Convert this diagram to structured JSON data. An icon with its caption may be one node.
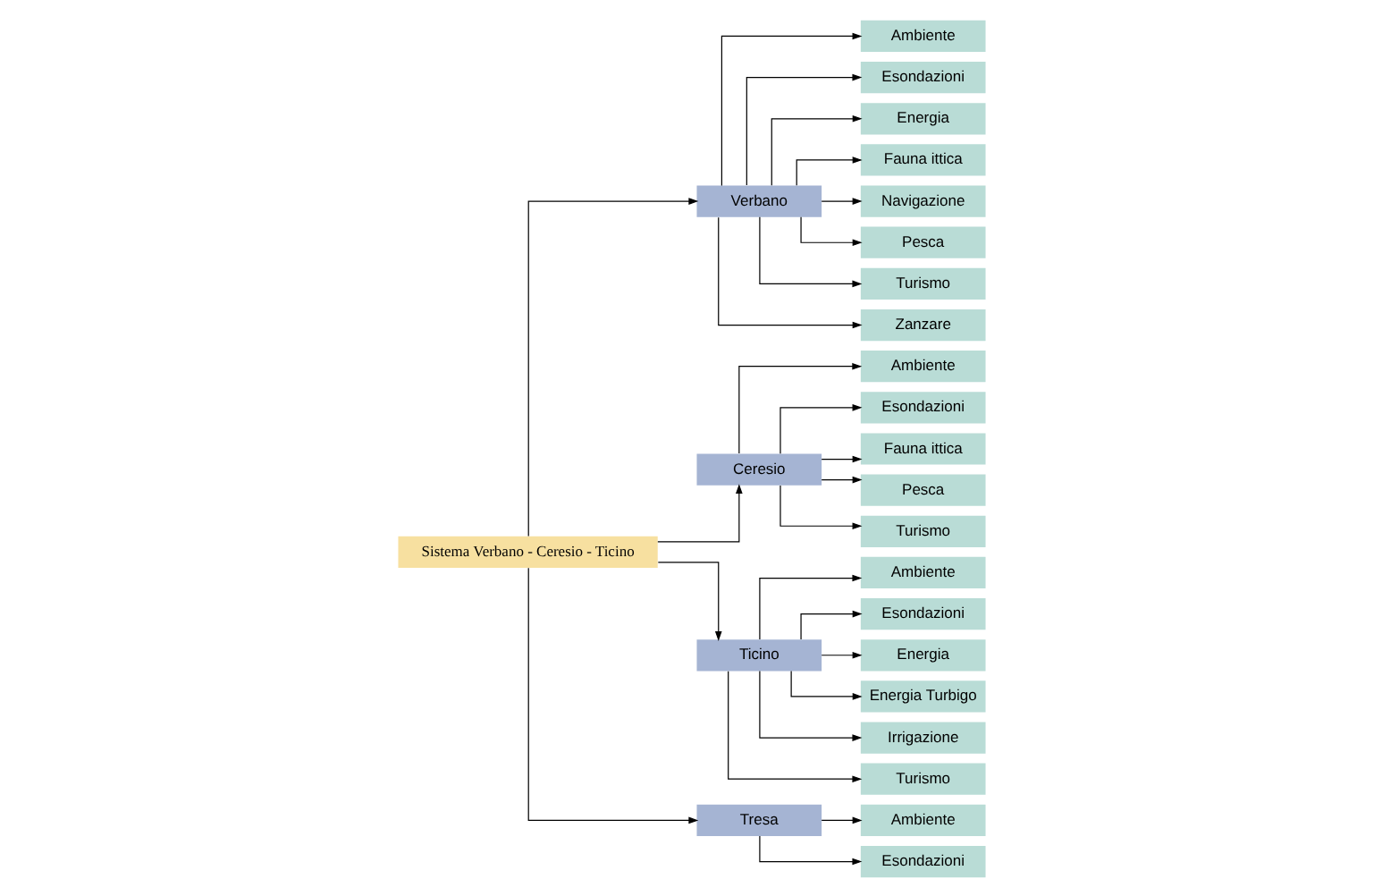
{
  "diagram": {
    "nodes": [
      {
        "text": [
          "Sistema Verbano - Ceresio - Ticino"
        ]
      },
      {
        "text": [
          "Verbano"
        ]
      },
      {
        "text": [
          "Ambiente"
        ]
      },
      {
        "text": [
          "Esondazioni"
        ]
      },
      {
        "text": [
          "Energia"
        ]
      },
      {
        "text": [
          "Fauna ittica"
        ]
      },
      {
        "text": [
          "Navigazione"
        ]
      },
      {
        "text": [
          "Pesca"
        ]
      },
      {
        "text": [
          "Turismo"
        ]
      },
      {
        "text": [
          "Zanzare"
        ]
      },
      {
        "text": [
          "Ceresio"
        ]
      },
      {
        "text": [
          "Ambiente"
        ]
      },
      {
        "text": [
          "Esondazioni"
        ]
      },
      {
        "text": [
          "Fauna ittica"
        ]
      },
      {
        "text": [
          "Pesca"
        ]
      },
      {
        "text": [
          "Turismo"
        ]
      },
      {
        "text": [
          "Ticino"
        ]
      },
      {
        "text": [
          "Ambiente"
        ]
      },
      {
        "text": [
          "Esondazioni"
        ]
      },
      {
        "text": [
          "Energia"
        ]
      },
      {
        "text": [
          "Energia Turbigo"
        ]
      },
      {
        "text": [
          "Irrigazione"
        ]
      },
      {
        "text": [
          "Turismo"
        ]
      },
      {
        "text": [
          "Tresa"
        ]
      },
      {
        "text": [
          "Ambiente"
        ]
      },
      {
        "text": [
          "Esondazioni"
        ]
      }
    ],
    "edges": [
      {
        "from": 0,
        "to": 1,
        "arrow": "to"
      },
      {
        "from": 0,
        "to": 10,
        "arrow": "to"
      },
      {
        "from": 0,
        "to": 16,
        "arrow": "to"
      },
      {
        "from": 0,
        "to": 23,
        "arrow": "to"
      },
      {
        "from": 1,
        "to": 2,
        "arrow": "to"
      },
      {
        "from": 1,
        "to": 3,
        "arrow": "to"
      },
      {
        "from": 1,
        "to": 4,
        "arrow": "to"
      },
      {
        "from": 1,
        "to": 5,
        "arrow": "to"
      },
      {
        "from": 1,
        "to": 6,
        "arrow": "to"
      },
      {
        "from": 1,
        "to": 7,
        "arrow": "to"
      },
      {
        "from": 1,
        "to": 8,
        "arrow": "to"
      },
      {
        "from": 1,
        "to": 9,
        "arrow": "to"
      },
      {
        "from": 10,
        "to": 11,
        "arrow": "to"
      },
      {
        "from": 10,
        "to": 12,
        "arrow": "to"
      },
      {
        "from": 10,
        "to": 13,
        "arrow": "to"
      },
      {
        "from": 10,
        "to": 14,
        "arrow": "to"
      },
      {
        "from": 10,
        "to": 15,
        "arrow": "to"
      },
      {
        "from": 16,
        "to": 17,
        "arrow": "to"
      },
      {
        "from": 16,
        "to": 18,
        "arrow": "to"
      },
      {
        "from": 16,
        "to": 19,
        "arrow": "to"
      },
      {
        "from": 16,
        "to": 20,
        "arrow": "to"
      },
      {
        "from": 16,
        "to": 21,
        "arrow": "to"
      },
      {
        "from": 16,
        "to": 22,
        "arrow": "to"
      },
      {
        "from": 23,
        "to": 24,
        "arrow": "to"
      },
      {
        "from": 23,
        "to": 25,
        "arrow": "to"
      }
    ]
  }
}
